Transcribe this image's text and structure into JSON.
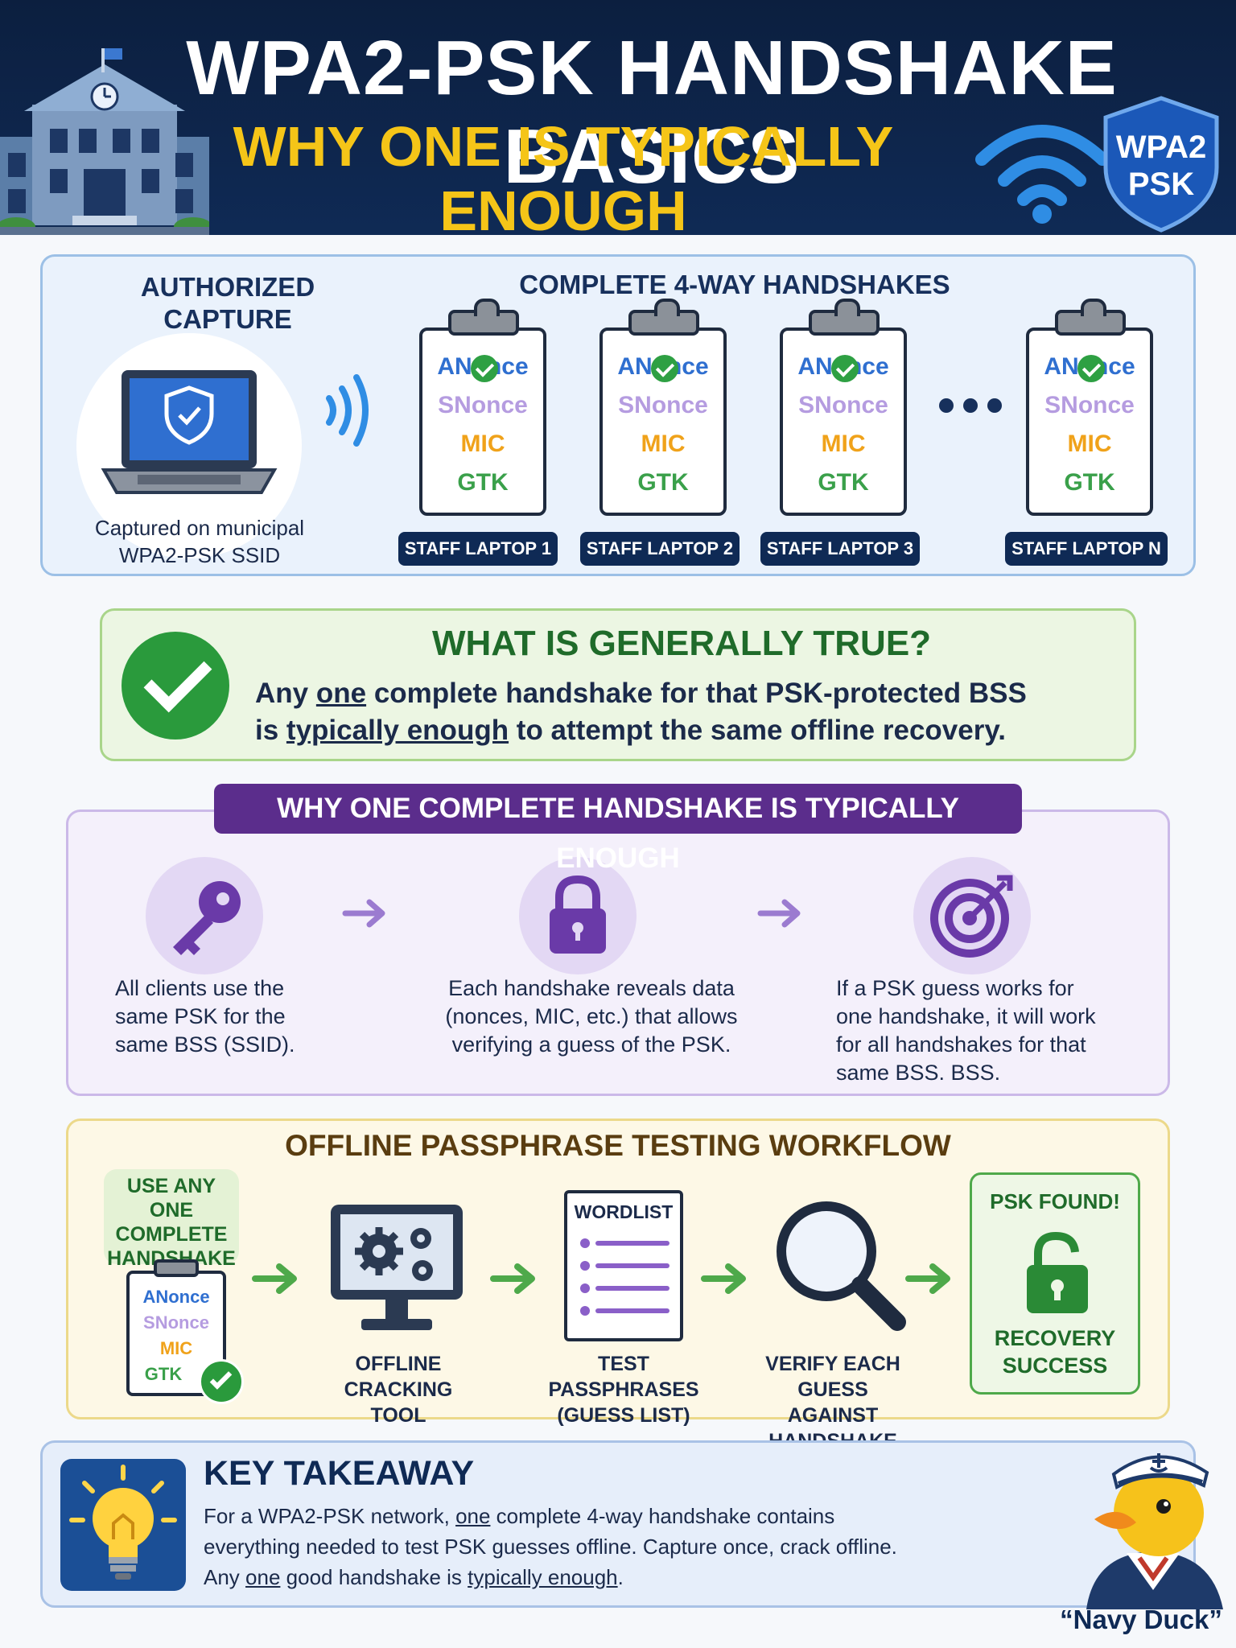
{
  "header": {
    "title": "WPA2-PSK HANDSHAKE BASICS",
    "subtitle": "WHY ONE IS TYPICALLY ENOUGH",
    "badge_line1": "WPA2",
    "badge_line2": "PSK"
  },
  "capture": {
    "title_line1": "AUTHORIZED",
    "title_line2": "CAPTURE",
    "caption_line1": "Captured on municipal",
    "caption_line2": "WPA2-PSK SSID"
  },
  "handshakes": {
    "title": "COMPLETE 4-WAY HANDSHAKES",
    "fields": [
      "ANonce",
      "SNonce",
      "MIC",
      "GTK"
    ],
    "laptops": [
      "STAFF LAPTOP 1",
      "STAFF LAPTOP 2",
      "STAFF LAPTOP 3",
      "STAFF LAPTOP N"
    ]
  },
  "truth": {
    "heading": "WHAT IS GENERALLY TRUE?",
    "line1_a": "Any ",
    "line1_u": "one",
    "line1_b": " complete handshake for that PSK-protected BSS",
    "line2_a": "is ",
    "line2_u": "typically enough",
    "line2_b": " to attempt the same offline recovery."
  },
  "why": {
    "banner": "WHY ONE COMPLETE HANDSHAKE IS TYPICALLY ENOUGH",
    "step1": [
      "All clients use the",
      "same PSK for the",
      "same BSS (SSID)."
    ],
    "step2": [
      "Each handshake reveals data",
      "(nonces, MIC, etc.) that allows",
      "verifying a guess of the PSK."
    ],
    "step3": [
      "If a PSK guess works for",
      "one handshake, it will work",
      "for all handshakes for that",
      "same BSS. BSS."
    ]
  },
  "workflow": {
    "heading": "OFFLINE PASSPHRASE TESTING WORKFLOW",
    "use_any": [
      "USE ANY ONE",
      "COMPLETE",
      "HANDSHAKE"
    ],
    "mini_fields": [
      "ANonce",
      "SNonce",
      "MIC",
      "GTK"
    ],
    "tool": [
      "OFFLINE CRACKING",
      "TOOL"
    ],
    "wordlist_title": "WORDLIST",
    "test": [
      "TEST PASSPHRASES",
      "(GUESS LIST)"
    ],
    "verify": [
      "VERIFY EACH GUESS",
      "AGAINST HANDSHAKE"
    ],
    "found_title": "PSK FOUND!",
    "found_sub": [
      "RECOVERY",
      "SUCCESS"
    ]
  },
  "takeaway": {
    "heading": "KEY TAKEAWAY",
    "line1_a": "For a WPA2-PSK network, ",
    "line1_u": "one",
    "line1_b": " complete 4-way handshake contains",
    "line2": "everything needed to test PSK guesses offline. Capture once, crack offline.",
    "line3_a": "Any ",
    "line3_u": "one",
    "line3_b": " good handshake is ",
    "line3_u2": "typically enough",
    "line3_c": "."
  },
  "mascot": {
    "name": "“Navy Duck”"
  },
  "colors": {
    "navy": "#0f2a55",
    "gold": "#f5c518",
    "green": "#2a9a3c",
    "purple": "#5b2d8c",
    "blue": "#1f7ae0"
  }
}
